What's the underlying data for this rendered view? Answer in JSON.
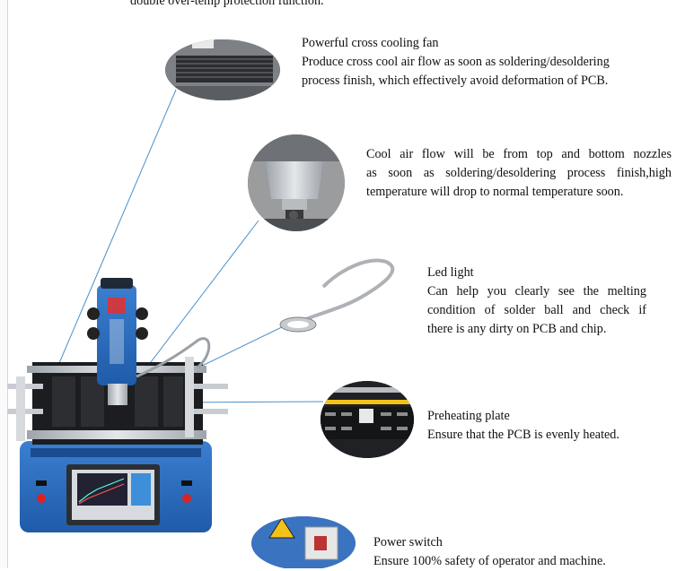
{
  "top_text": "double over-temp protection function.",
  "features": {
    "fan": {
      "title": "Powerful cross cooling fan",
      "lines": [
        "Produce cross cool air flow as soon as soldering/desoldering",
        "process finish, which effectively avoid deformation of PCB."
      ]
    },
    "nozzle": {
      "lines": [
        "Cool air flow will be from top and bottom nozzles",
        "as soon as soldering/desoldering process finish,high",
        "temperature will drop to normal temperature soon."
      ]
    },
    "led": {
      "title": "Led light",
      "lines": [
        "Can help you clearly see the melting",
        "condition of solder ball and check if",
        "there is any dirty on PCB and chip."
      ]
    },
    "plate": {
      "title": "Preheating plate",
      "lines": [
        "Ensure that the PCB is evenly heated."
      ]
    },
    "power": {
      "title": "Power switch",
      "lines": [
        "Ensure 100% safety of operator and machine."
      ]
    }
  },
  "colors": {
    "machine_blue": "#2f6fc0",
    "callout_line": "#4a90c8",
    "frame_silver": "#c8ccd2",
    "warning_yellow": "#f2c21b"
  }
}
